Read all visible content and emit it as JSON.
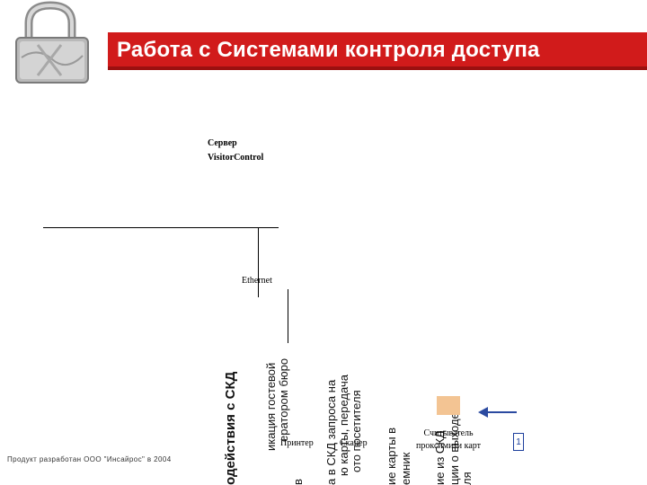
{
  "header": {
    "title": "Работа с Системами контроля доступа"
  },
  "icons": {
    "lock": "padlock-icon",
    "arrow": "arrow-left-icon"
  },
  "colors": {
    "header_bar": "#d11b1b",
    "badge": "#1d3f9c",
    "highlight": "#f3c493"
  },
  "diagram": {
    "server_line1": "Сервер",
    "server_line2": "VisitorControl",
    "network": "Ethernet",
    "printer": "Принтер",
    "scanner": "Сканер",
    "reader_line1": "Считыватель",
    "reader_line2": "проксимити карт",
    "badge": "1"
  },
  "vertical_texts": [
    {
      "text": "одействия с СКД"
    },
    {
      "text": "икация гостевой"
    },
    {
      "text": "ератором бюро"
    },
    {
      "text": "в"
    },
    {
      "text": "а в СКД запроса на"
    },
    {
      "text": "ю карты, передача"
    },
    {
      "text": "ото посетителя"
    },
    {
      "text": "ие карты в"
    },
    {
      "text": "емник"
    },
    {
      "text": "ие из СКД"
    },
    {
      "text": "ции о выходе"
    },
    {
      "text": "ля"
    }
  ],
  "footer": "Продукт разработан ООО \"Инсайрос\" в 2004"
}
